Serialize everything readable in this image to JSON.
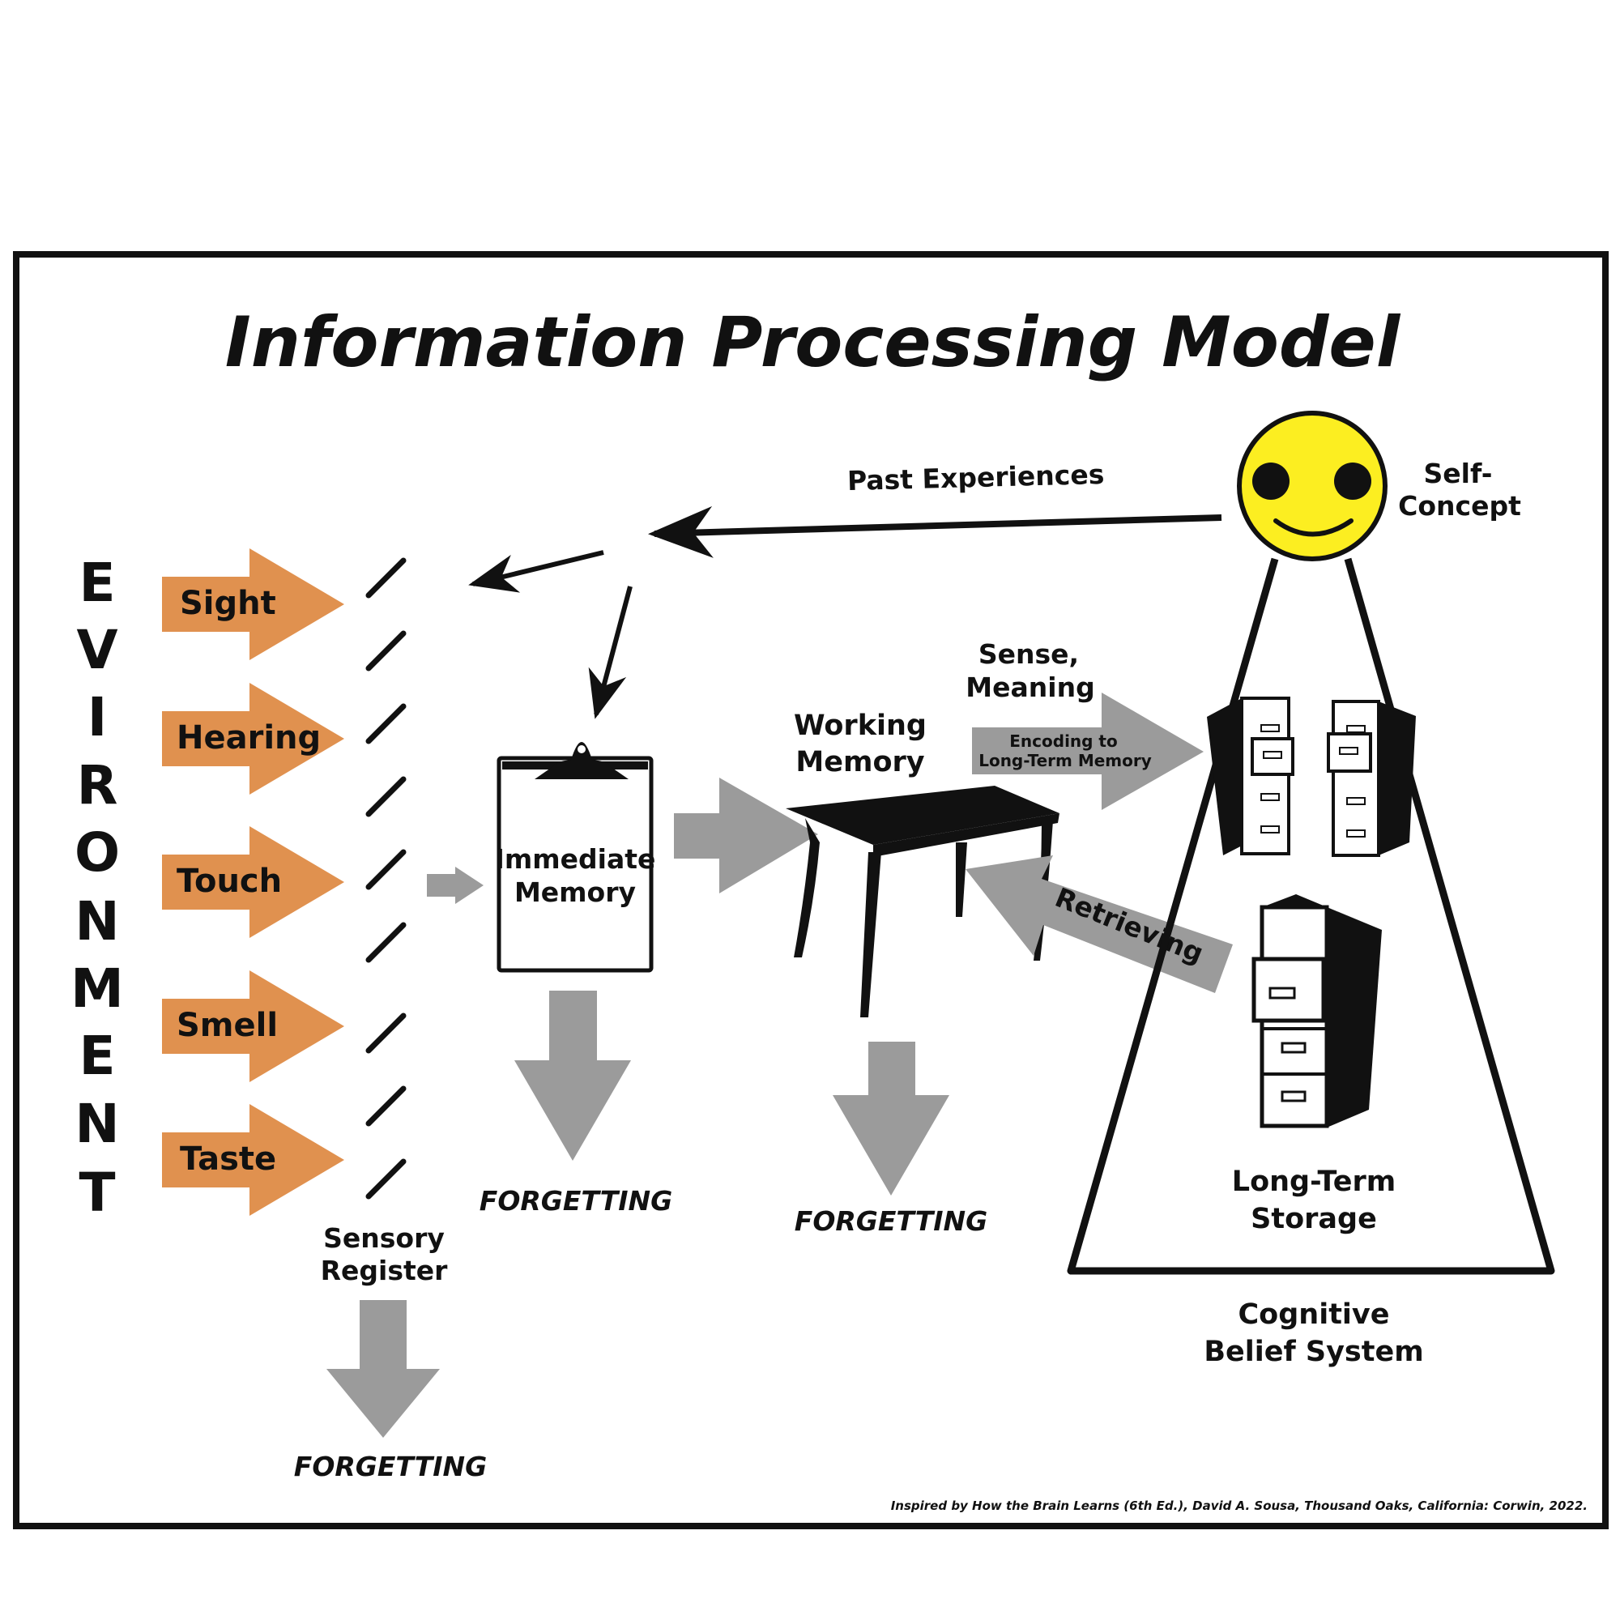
{
  "title": "Information Processing Model",
  "environment_letters": [
    "E",
    "V",
    "I",
    "R",
    "O",
    "N",
    "M",
    "E",
    "N",
    "T"
  ],
  "senses": [
    "Sight",
    "Hearing",
    "Touch",
    "Smell",
    "Taste"
  ],
  "labels": {
    "sensory_register": [
      "Sensory",
      "Register"
    ],
    "immediate_memory": [
      "Immediate",
      "Memory"
    ],
    "working_memory": [
      "Working",
      "Memory"
    ],
    "sense_meaning": [
      "Sense,",
      "Meaning"
    ],
    "encoding": [
      "Encoding to",
      "Long-Term Memory"
    ],
    "retrieving": "Retrieving",
    "past_experiences": "Past Experiences",
    "self_concept": [
      "Self-",
      "Concept"
    ],
    "long_term_storage": [
      "Long-Term",
      "Storage"
    ],
    "cognitive_belief_system": [
      "Cognitive",
      "Belief System"
    ],
    "forgetting": "FORGETTING"
  },
  "citation": "Inspired by How the Brain Learns (6th Ed.), David A. Sousa, Thousand Oaks, California: Corwin, 2022.",
  "colors": {
    "sense_arrow": "#E0914F",
    "gray_arrow": "#9B9B9B",
    "smiley": "#FCEE21",
    "ink": "#111111"
  },
  "icons": [
    "smiley-face-icon",
    "clipboard-icon",
    "table-icon",
    "filing-cabinet-icon"
  ]
}
